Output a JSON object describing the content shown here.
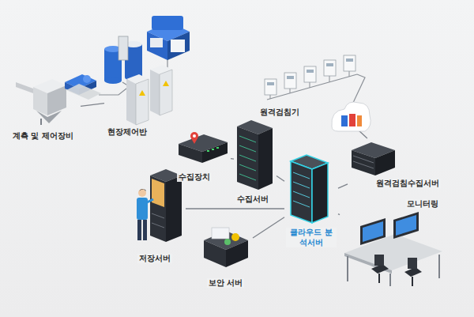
{
  "diagram": {
    "nodes": [
      {
        "text": [
          "계측 및 제어장비"
        ]
      },
      {
        "text": [
          "현장제어반"
        ]
      },
      {
        "text": [
          "수집장치"
        ]
      },
      {
        "text": [
          "수집서버"
        ]
      },
      {
        "text": [
          "클라우드 분석서버"
        ]
      },
      {
        "text": [
          "원격검침기"
        ]
      },
      {
        "text": [
          "원격검침수집서버"
        ]
      },
      {
        "text": [
          "모니터링"
        ]
      },
      {
        "text": [
          "저장서버"
        ]
      },
      {
        "text": [
          "보안 서버"
        ]
      }
    ],
    "edges": [
      {
        "from": 0,
        "to": 1,
        "arrow": "none"
      },
      {
        "from": 1,
        "to": 2,
        "arrow": "none"
      },
      {
        "from": 2,
        "to": 3,
        "arrow": "none"
      },
      {
        "from": 3,
        "to": 4,
        "arrow": "none"
      },
      {
        "from": 5,
        "to": 6,
        "arrow": "none"
      },
      {
        "from": 6,
        "to": 4,
        "arrow": "none"
      },
      {
        "from": 4,
        "to": 7,
        "arrow": "none"
      },
      {
        "from": 4,
        "to": 8,
        "arrow": "none"
      },
      {
        "from": 4,
        "to": 9,
        "arrow": "none"
      }
    ]
  }
}
